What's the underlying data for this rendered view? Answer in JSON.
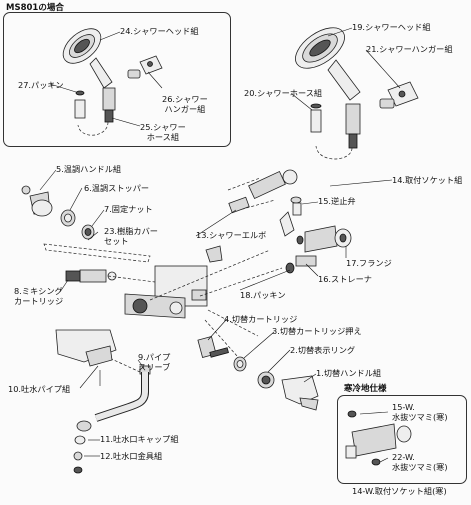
{
  "inset_left": {
    "title": "MS801の場合"
  },
  "labels": {
    "p24": "24.シャワーヘッド組",
    "p27": "27.パッキン",
    "p26": "26.シャワー\nハンガー組",
    "p25": "25.シャワー\nホース組",
    "p19": "19.シャワーヘッド組",
    "p21": "21.シャワーハンガー組",
    "p20": "20.シャワーホース組",
    "p5": "5.温調ハンドル組",
    "p6": "6.温調ストッパー",
    "p7": "7.固定ナット",
    "p23": "23.樹脂カバー\nセット",
    "p14": "14.取付ソケット組",
    "p15": "15.逆止弁",
    "p13": "13.シャワーエルボ",
    "p17": "17.フランジ",
    "p16": "16.ストレーナ",
    "p8": "8.ミキシング\nカートリッジ",
    "p18": "18.パッキン",
    "p4": "4.切替カートリッジ",
    "p3": "3.切替カートリッジ押え",
    "p2": "2.切替表示リング",
    "p9": "9.パイプ\nスリーブ",
    "p1": "1.切替ハンドル組",
    "p10": "10.吐水パイプ組",
    "p11": "11.吐水口キャップ組",
    "p12": "12.吐水口金具組",
    "p15w": "15-W.\n水抜ツマミ(寒)",
    "p22w": "22-W.\n水抜ツマミ(寒)",
    "p14w": "14-W.取付ソケット組(寒)"
  },
  "cold_box": {
    "title": "寒冷地仕様"
  }
}
